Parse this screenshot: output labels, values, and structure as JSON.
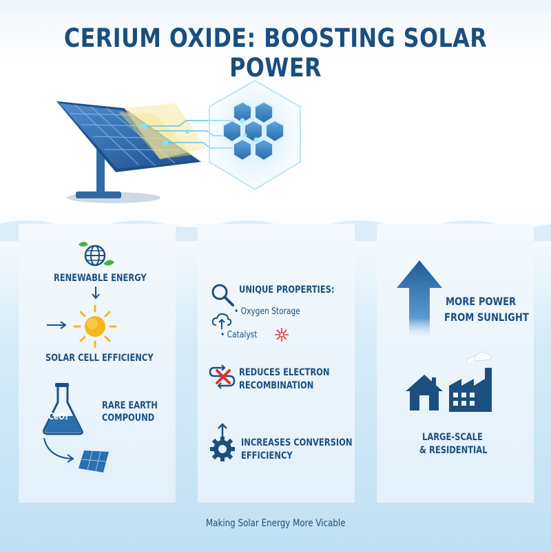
{
  "header": {
    "title": "CERIUM OXIDE: BOOSTING SOLAR POWER"
  },
  "left_panel": {
    "renewable": "RENEWABLE ENERGY",
    "efficiency": "SOLAR CELL EFFICIENCY",
    "flask_label": "CeO₂",
    "rare_earth_line1": "RARE EARTH",
    "rare_earth_line2": "COMPOUND"
  },
  "middle_panel": {
    "properties_heading": "UNIQUE PROPERTIES:",
    "property_1": "• Oxygen Storage",
    "property_2": "• Catalyst",
    "reduces_line1": "REDUCES ELECTRON",
    "reduces_line2": "RECOMBINATION",
    "increases_line1": "INCREASES CONVERSION",
    "increases_line2": "EFFICIENCY"
  },
  "right_panel": {
    "more_power_line1": "MORE POWER",
    "more_power_line2": "FROM SUNLIGHT",
    "scale_line1": "LARGE-SCALE",
    "scale_line2": "& RESIDENTIAL"
  },
  "footer": {
    "text": "Making Solar Energy More Vicable"
  },
  "colors": {
    "navy": "#1c4f7f",
    "accent": "#2a6fae",
    "sun": "#f7b51c",
    "red": "#e0312b"
  }
}
